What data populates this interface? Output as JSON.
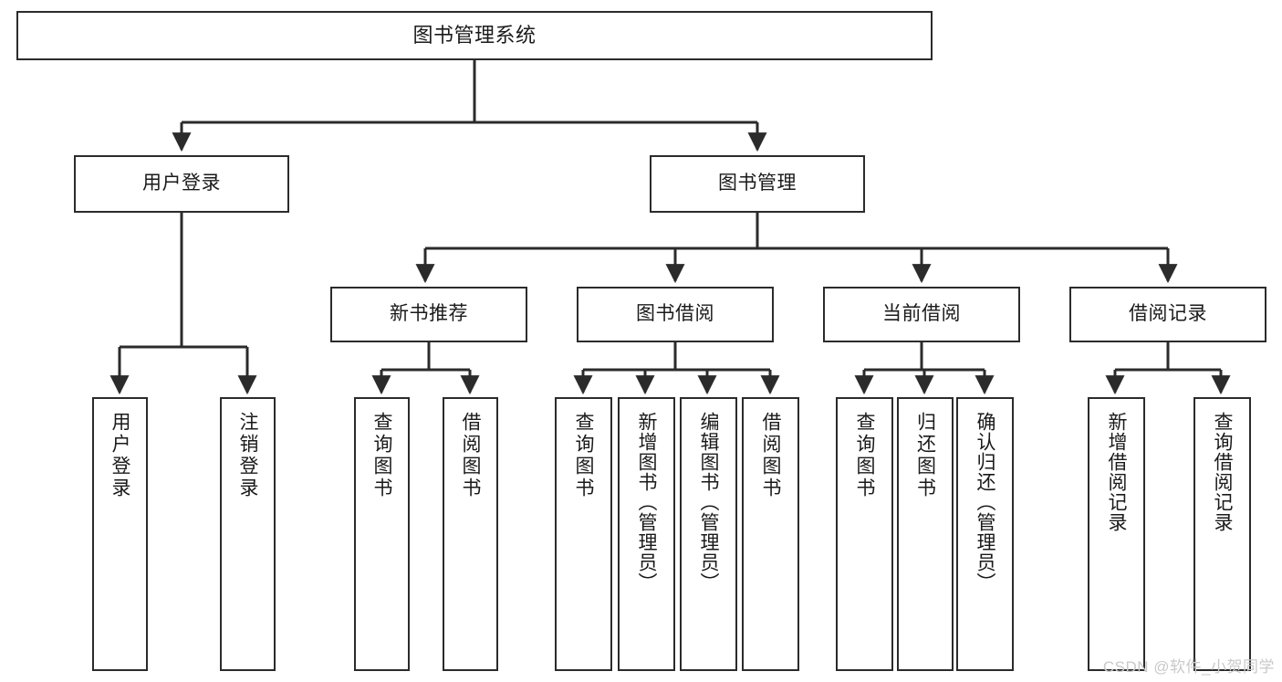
{
  "diagram": {
    "type": "tree-hierarchy",
    "title": "图书管理系统",
    "watermark": "CSDN @软件_小贺同学",
    "colors": {
      "border": "#2b2b2b",
      "background": "#ffffff",
      "text": "#1a1a1a",
      "connector": "#2b2b2b",
      "watermark": "#c9c9c9"
    },
    "levels": {
      "root": "图书管理系统",
      "level2": [
        "用户登录",
        "图书管理"
      ],
      "level3": [
        "新书推荐",
        "图书借阅",
        "当前借阅",
        "借阅记录"
      ]
    },
    "nodes": {
      "root": {
        "label": "图书管理系统"
      },
      "user_login": {
        "label": "用户登录"
      },
      "book_manage": {
        "label": "图书管理"
      },
      "new_book_rec": {
        "label": "新书推荐"
      },
      "book_borrow": {
        "label": "图书借阅"
      },
      "current_borrow": {
        "label": "当前借阅"
      },
      "borrow_record": {
        "label": "借阅记录"
      },
      "leaf_user_login": {
        "label": "用户登录"
      },
      "leaf_logout": {
        "label": "注销登录"
      },
      "leaf_query_book_1": {
        "label": "查询图书"
      },
      "leaf_borrow_book_1": {
        "label": "借阅图书"
      },
      "leaf_query_book_2": {
        "label": "查询图书"
      },
      "leaf_add_book": {
        "label": "新增图书（管理员）"
      },
      "leaf_edit_book": {
        "label": "编辑图书（管理员）"
      },
      "leaf_borrow_book_2": {
        "label": "借阅图书"
      },
      "leaf_query_book_3": {
        "label": "查询图书"
      },
      "leaf_return_book": {
        "label": "归还图书"
      },
      "leaf_confirm_return": {
        "label": "确认归还（管理员）"
      },
      "leaf_add_record": {
        "label": "新增借阅记录"
      },
      "leaf_query_record": {
        "label": "查询借阅记录"
      }
    },
    "edges": [
      {
        "from": "图书管理系统",
        "to": "用户登录"
      },
      {
        "from": "图书管理系统",
        "to": "图书管理"
      },
      {
        "from": "用户登录",
        "to": "用户登录"
      },
      {
        "from": "用户登录",
        "to": "注销登录"
      },
      {
        "from": "图书管理",
        "to": "新书推荐"
      },
      {
        "from": "图书管理",
        "to": "图书借阅"
      },
      {
        "from": "图书管理",
        "to": "当前借阅"
      },
      {
        "from": "图书管理",
        "to": "借阅记录"
      },
      {
        "from": "新书推荐",
        "to": "查询图书"
      },
      {
        "from": "新书推荐",
        "to": "借阅图书"
      },
      {
        "from": "图书借阅",
        "to": "查询图书"
      },
      {
        "from": "图书借阅",
        "to": "新增图书（管理员）"
      },
      {
        "from": "图书借阅",
        "to": "编辑图书（管理员）"
      },
      {
        "from": "图书借阅",
        "to": "借阅图书"
      },
      {
        "from": "当前借阅",
        "to": "查询图书"
      },
      {
        "from": "当前借阅",
        "to": "归还图书"
      },
      {
        "from": "当前借阅",
        "to": "确认归还（管理员）"
      },
      {
        "from": "借阅记录",
        "to": "新增借阅记录"
      },
      {
        "from": "借阅记录",
        "to": "查询借阅记录"
      }
    ]
  }
}
